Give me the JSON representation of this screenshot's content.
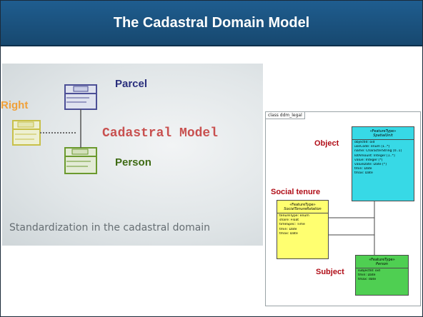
{
  "title": "The Cadastral Domain Model",
  "sketch": {
    "labels": {
      "parcel": "Parcel",
      "right": "Right",
      "cadastral_model": "Cadastral Model",
      "person": "Person",
      "caption": "Standardization in the cadastral domain"
    },
    "colors": {
      "parcel": "#2a2f7d",
      "right": "#f0a13a",
      "cadastral_model": "#c8504f",
      "person": "#3f6b14"
    }
  },
  "uml": {
    "frame_label": "class ddm_legal",
    "spatial_unit": {
      "stereotype": "«FeatureType»",
      "name": "SpatialUnit",
      "attributes": [
        "objectId: oid",
        "useCode: enum [1..*]",
        "name: CharacterString [0..1]",
        "lotAmount: Integer [1..*]",
        "value: Integer [*]",
        "valueDate: Date [*]",
        "tmin: Date",
        "tmax: Date"
      ],
      "side_label": "Object"
    },
    "social_tenure": {
      "stereotype": "«FeatureType»",
      "name": "SocialTenureRelation",
      "attributes": [
        "tenureType: enum",
        "share: Float",
        "timeSpec: Time",
        "tmin: Date",
        "tmax: Date"
      ],
      "side_label": "Social tenure"
    },
    "person": {
      "stereotype": "«FeatureType»",
      "name": "Person",
      "attributes": [
        "subjectId: oid",
        "tmin: Date",
        "tmax: date"
      ],
      "side_label": "Subject"
    },
    "colors": {
      "spatial_unit": "#37d9e6",
      "social_tenure": "#ffff70",
      "person": "#4fcf52",
      "label": "#b00d17"
    }
  }
}
